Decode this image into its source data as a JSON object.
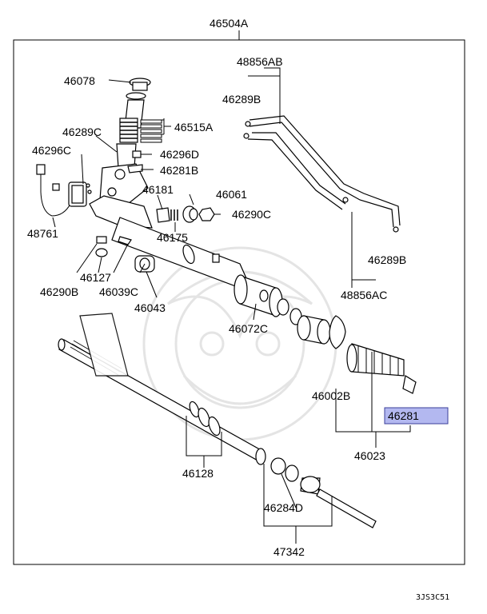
{
  "diagram": {
    "frame_label": "46504A",
    "footer_code": "3JS3C51",
    "highlight_color": "#b3b8f0",
    "callouts": {
      "p46078": "46078",
      "p46515A": "46515A",
      "p46289C": "46289C",
      "p46296C": "46296C",
      "p46296D": "46296D",
      "p46281B": "46281B",
      "p46181": "46181",
      "p46061": "46061",
      "p46290C": "46290C",
      "p46175": "46175",
      "p48761": "48761",
      "p46127": "46127",
      "p46290B": "46290B",
      "p46039C": "46039C",
      "p46043": "46043",
      "p46072C": "46072C",
      "p48856AB": "48856AB",
      "p46289B_top": "46289B",
      "p46289B_bottom": "46289B",
      "p48856AC": "48856AC",
      "p46002B": "46002B",
      "p46281": "46281",
      "p46023": "46023",
      "p46128": "46128",
      "p46284D": "46284D",
      "p47342": "47342"
    }
  }
}
